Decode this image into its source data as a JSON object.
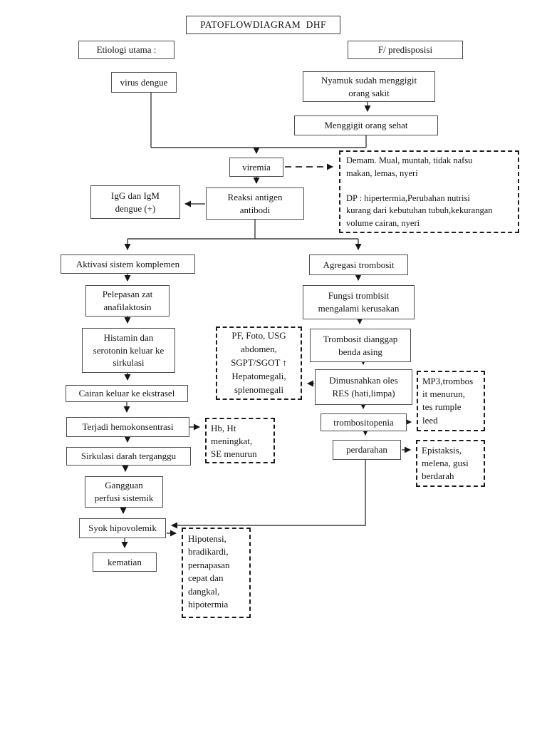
{
  "title": "PATOFLOWDIAGRAM  DHF",
  "nodes": {
    "etiologi": "Etiologi utama :",
    "predisposisi": "F/ predisposisi",
    "virus_dengue": "virus dengue",
    "nyamuk": "Nyamuk sudah menggigit\norang sakit",
    "menggigit": "Menggigit orang sehat",
    "viremia": "viremia",
    "igg": "IgG dan IgM\ndengue (+)",
    "reaksi": "Reaksi antigen\nantibodi",
    "aktivasi": "Aktivasi sistem komplemen",
    "agregasi": "Agregasi trombosit",
    "pelepasan": "Pelepasan zat\nanafilaktosin",
    "fungsi": "Fungsi trombisit\nmengalami kerusakan",
    "histamin": "Histamin dan\nserotonin keluar ke\nsirkulasi",
    "trombosit_dianggap": "Trombosit dianggap\nbenda asing",
    "dimusnahkan": "Dimusnahkan oles\nRES (hati,limpa)",
    "cairan": "Cairan keluar ke ekstrasel",
    "trombositopenia": "trombositopenia",
    "terjadi": "Terjadi hemokonsentrasi",
    "perdarahan": "perdarahan",
    "sirkulasi": "Sirkulasi darah terganggu",
    "gangguan": "Gangguan\nperfusi sistemik",
    "syok": "Syok hipovolemik",
    "kematian": "kematian"
  },
  "annotations": {
    "demam": "Demam. Mual, muntah, tidak nafsu\nmakan, lemas, nyeri\n\nDP : hipertermia,Perubahan nutrisi\nkurang dari kebutuhan tubuh,kekurangan\nvolume cairan, nyeri",
    "pf": "PF, Foto, USG\nabdomen,\nSGPT/SGOT ↑\nHepatomegali,\nsplenomegali",
    "mp3": "MP3,trombos\nit menurun,\ntes rumple\nleed",
    "hb": "Hb, Ht\nmeningkat,\nSE menurun",
    "epistaksis": "Epistaksis,\nmelena, gusi\nberdarah",
    "hipotensi": "Hipotensi,\nbradikardi,\npernapasan\ncepat dan\ndangkal,\nhipotermia"
  },
  "colors": {
    "background": "#ffffff",
    "box_border": "#4d4d4d",
    "dashed_border": "#1c1c1c",
    "line": "#3f3f3f",
    "text": "#141414"
  }
}
